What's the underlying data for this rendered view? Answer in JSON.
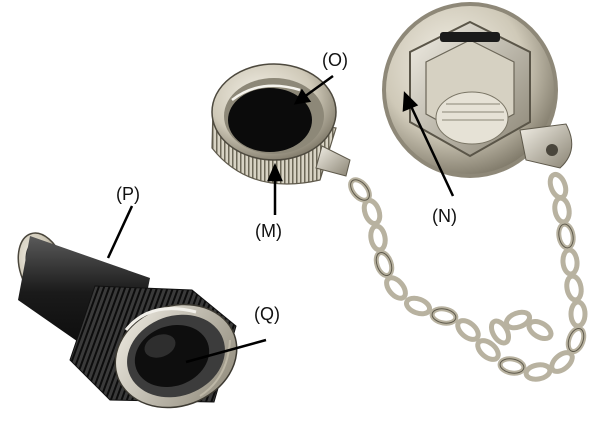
{
  "labels": {
    "m": "(M)",
    "n": "(N)",
    "o": "(O)",
    "p": "(P)",
    "q": "(Q)"
  },
  "colors": {
    "metal_light": "#e6e1d4",
    "metal_mid": "#b9b3a2",
    "metal_dark": "#6b6658",
    "black": "#0b0b0b",
    "background": "#ffffff"
  }
}
